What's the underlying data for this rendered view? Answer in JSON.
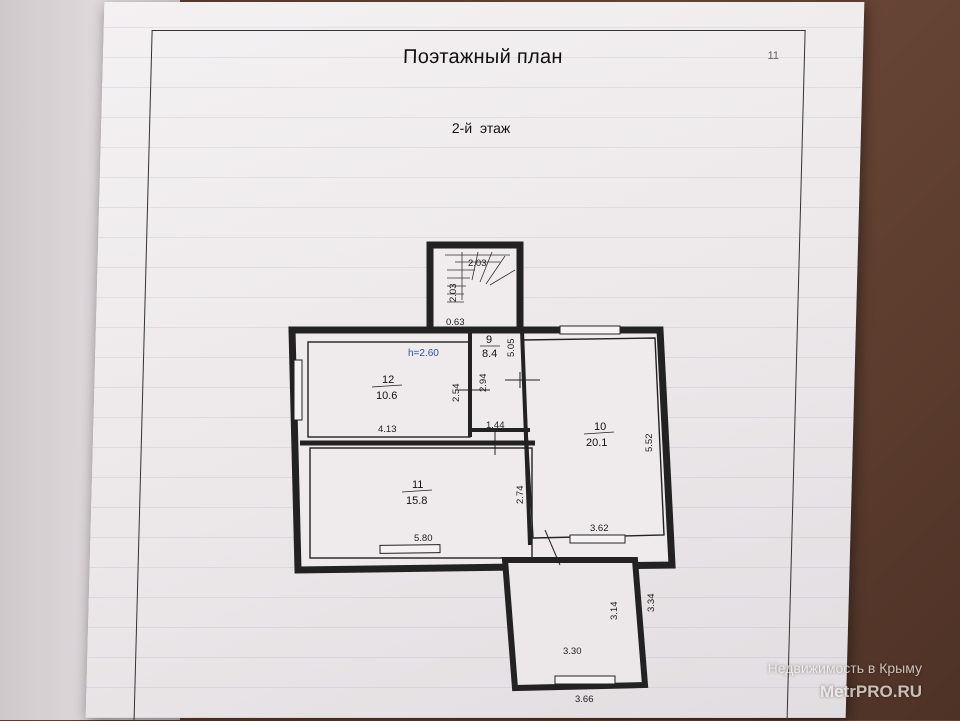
{
  "document": {
    "title": "Поэтажный план",
    "subtitle": "2-й  этаж",
    "page_number": "11"
  },
  "plan": {
    "ceiling_height": "h=2.60",
    "rooms": [
      {
        "number": "12",
        "area": "10.6"
      },
      {
        "number": "9",
        "area": "8.4"
      },
      {
        "number": "10",
        "area": "20.1"
      },
      {
        "number": "11",
        "area": "15.8"
      }
    ],
    "dimensions": {
      "stair_width": "2.03",
      "stair_height": "2.03",
      "stair_gap": "0.63",
      "corridor_height": "5.05",
      "room12_side_a": "2.54",
      "room12_side_b": "2.94",
      "room12_width": "4.13",
      "corridor_width": "1.44",
      "room10_height": "5.52",
      "room10_width": "3.62",
      "room11_height": "2.74",
      "room11_width": "5.80",
      "balcony_height_inner": "3.14",
      "balcony_height_outer": "3.34",
      "balcony_width_inner": "3.30",
      "balcony_width_outer": "3.66"
    }
  },
  "watermark": {
    "line1": "Недвижимость в Крыму",
    "line2": "MetrPRO.RU"
  }
}
